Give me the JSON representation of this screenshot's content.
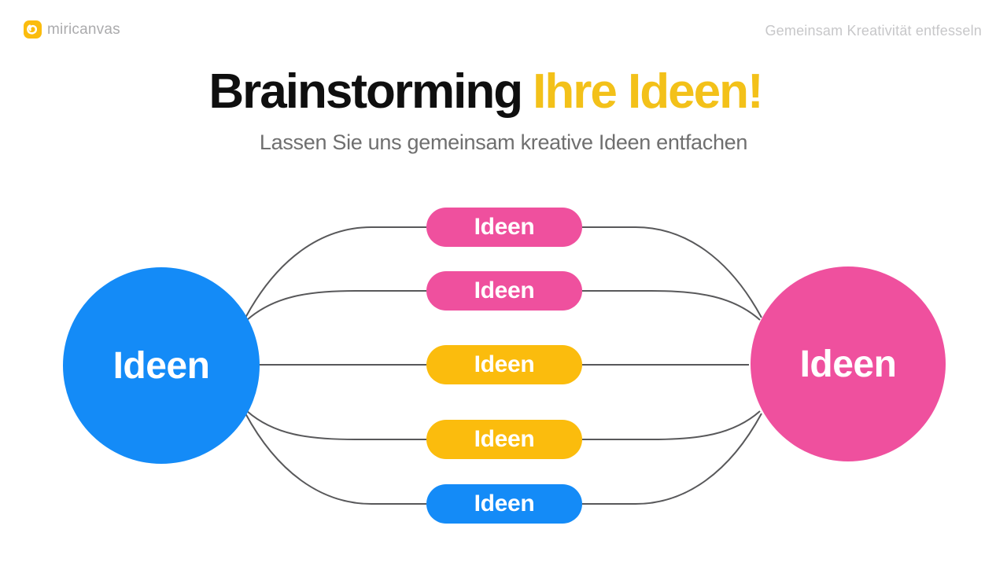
{
  "header": {
    "logo_text": "miricanvas",
    "logo_icon_bg": "#FBBC0D",
    "tagline": "Gemeinsam Kreativität entfesseln"
  },
  "hero": {
    "title_black": "Brainstorming",
    "title_yellow": "Ihre Ideen!",
    "subtitle": "Lassen Sie uns gemeinsam kreative Ideen entfachen"
  },
  "diagram": {
    "left_node": {
      "label": "Ideen",
      "color": "#148BF7"
    },
    "right_node": {
      "label": "Ideen",
      "color": "#EF509E"
    },
    "branches": [
      {
        "label": "Ideen",
        "color": "#EF509E"
      },
      {
        "label": "Ideen",
        "color": "#EF509E"
      },
      {
        "label": "Ideen",
        "color": "#FBBC0D"
      },
      {
        "label": "Ideen",
        "color": "#FBBC0D"
      },
      {
        "label": "Ideen",
        "color": "#148BF7"
      }
    ],
    "connector_color": "#58585A"
  },
  "colors": {
    "title_black": "#0F0F0F",
    "title_accent": "#F3C119",
    "subtitle": "#6F6F6F",
    "tagline": "#C7C7C9",
    "logo_text": "#ABABAD",
    "background": "#FFFFFF"
  }
}
